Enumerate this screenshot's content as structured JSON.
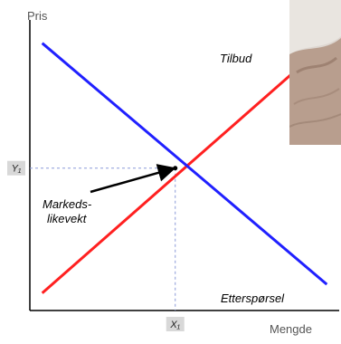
{
  "chart_data": {
    "type": "line",
    "title": "",
    "ylabel": "Pris",
    "xlabel": "Mengde",
    "xlim": [
      0,
      10
    ],
    "ylim": [
      0,
      10
    ],
    "grid": false,
    "series": [
      {
        "name": "Tilbud",
        "color": "#ff2020",
        "x": [
          0.4,
          9.6
        ],
        "y": [
          0.6,
          9.2
        ]
      },
      {
        "name": "Etterspørsel",
        "color": "#2020ff",
        "x": [
          0.4,
          9.6
        ],
        "y": [
          9.2,
          0.9
        ]
      }
    ],
    "equilibrium": {
      "x": 4.7,
      "y": 4.9,
      "x_tick_label": "X₁",
      "y_tick_label": "Y₁"
    },
    "annotations": [
      {
        "text": "Markeds-\nlikevekt",
        "arrow_to": "equilibrium"
      }
    ]
  },
  "photo": {
    "description_icon": "photo-thumbnail"
  }
}
